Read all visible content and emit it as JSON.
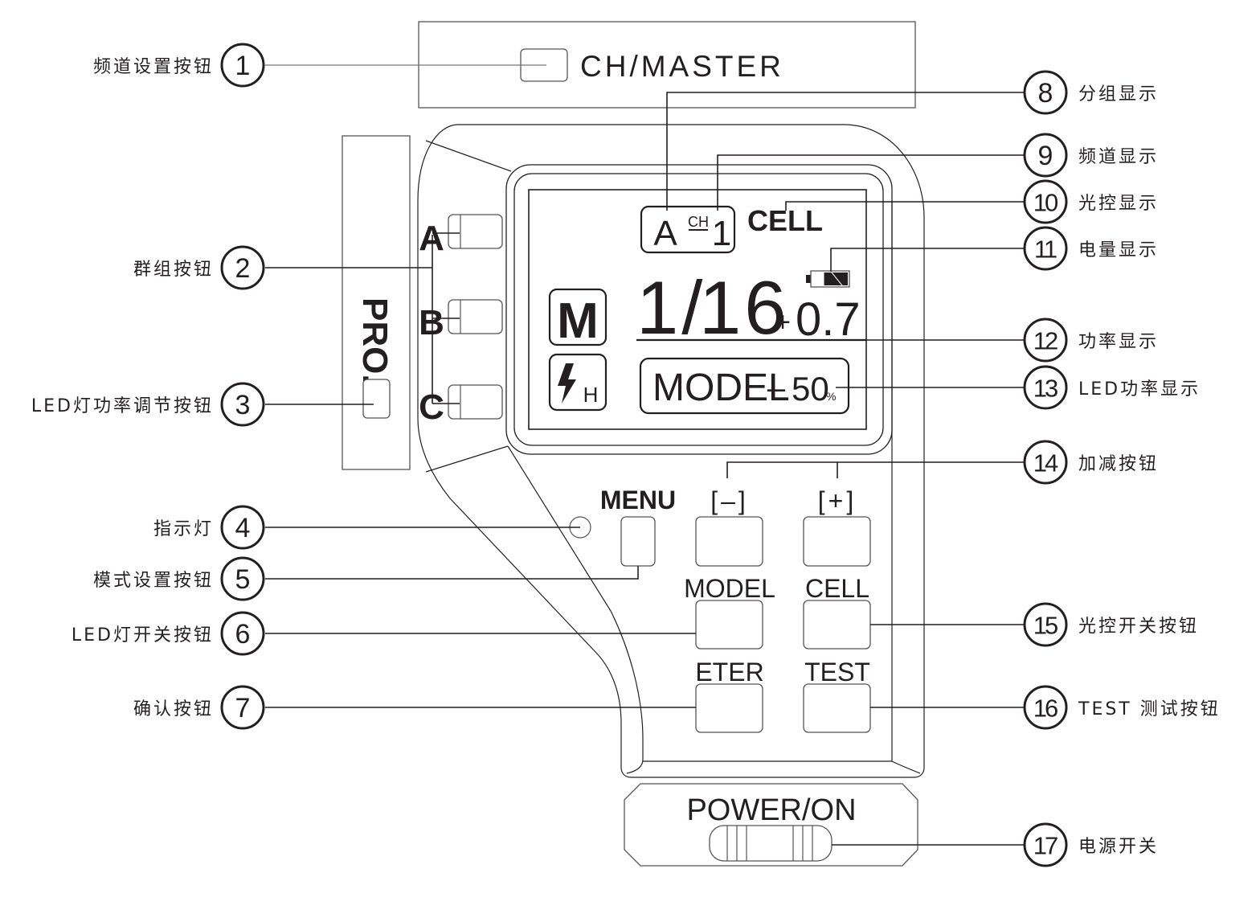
{
  "diagram": {
    "title_panel": {
      "label": "CH/MASTER"
    },
    "side_panel": {
      "label": "PRO."
    },
    "group_buttons": [
      "A",
      "B",
      "C"
    ],
    "lcd": {
      "group": "A",
      "ch_label": "CH",
      "channel": "1",
      "cell": "CELL",
      "mode": "M",
      "flash_suffix": "H",
      "power_fraction": "1/ 16",
      "power_fraction_num": "1/",
      "power_fraction_den": "16",
      "ev_sign": "+",
      "ev_value": "0.7",
      "battery_level_fraction": 0.67,
      "led_mode": "MODEL",
      "led_dash": "–",
      "led_power": "50",
      "led_unit": "%"
    },
    "buttons": {
      "menu": "MENU",
      "minus": "[–]",
      "plus": "[+]",
      "model": "MODEL",
      "cell": "CELL",
      "enter": "ETER",
      "test": "TEST"
    },
    "power": {
      "label": "POWER/ON"
    },
    "callouts_left": [
      {
        "num": "1",
        "text": "频道设置按钮"
      },
      {
        "num": "2",
        "text": "群组按钮"
      },
      {
        "num": "3",
        "text": "LED灯功率调节按钮"
      },
      {
        "num": "4",
        "text": "指示灯"
      },
      {
        "num": "5",
        "text": "模式设置按钮"
      },
      {
        "num": "6",
        "text": "LED灯开关按钮"
      },
      {
        "num": "7",
        "text": "确认按钮"
      }
    ],
    "callouts_right": [
      {
        "num": "8",
        "text": "分组显示"
      },
      {
        "num": "9",
        "text": "频道显示"
      },
      {
        "num": "10",
        "text": "光控显示"
      },
      {
        "num": "11",
        "text": "电量显示"
      },
      {
        "num": "12",
        "text": "功率显示"
      },
      {
        "num": "13",
        "text": "LED功率显示"
      },
      {
        "num": "14",
        "text": "加减按钮"
      },
      {
        "num": "15",
        "text": "光控开关按钮"
      },
      {
        "num": "16",
        "text": "TEST 测试按钮"
      },
      {
        "num": "17",
        "text": "电源开关"
      }
    ]
  }
}
